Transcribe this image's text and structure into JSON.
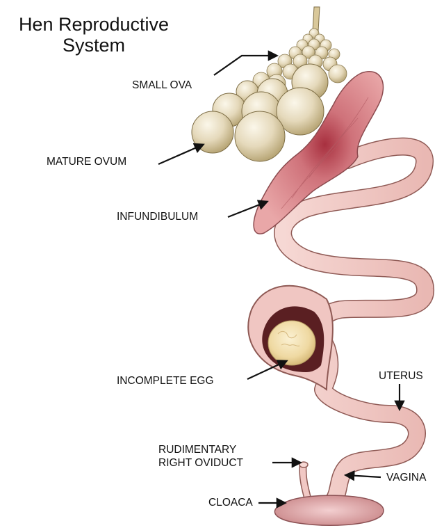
{
  "title": {
    "line1": "Hen Reproductive",
    "line2": "System"
  },
  "labels": {
    "small_ova": "SMALL OVA",
    "mature_ovum": "MATURE OVUM",
    "infundibulum": "INFUNDIBULUM",
    "incomplete_egg": "INCOMPLETE EGG",
    "uterus": "UTERUS",
    "rudimentary_line1": "RUDIMENTARY",
    "rudimentary_line2": "RIGHT OVIDUCT",
    "vagina": "VAGINA",
    "cloaca": "CLOACA"
  },
  "colors": {
    "oviduct": "#f1c8c4",
    "oviduct_outline": "#8f5a55",
    "infundibulum": "#d77f83",
    "infundibulum_core": "#b2414c",
    "ova": "#e9dfc6",
    "ova_shadow": "#c2b186",
    "egg_yolk": "#f3e3b8",
    "cloaca": "#dca1a3",
    "arrow": "#111111"
  }
}
